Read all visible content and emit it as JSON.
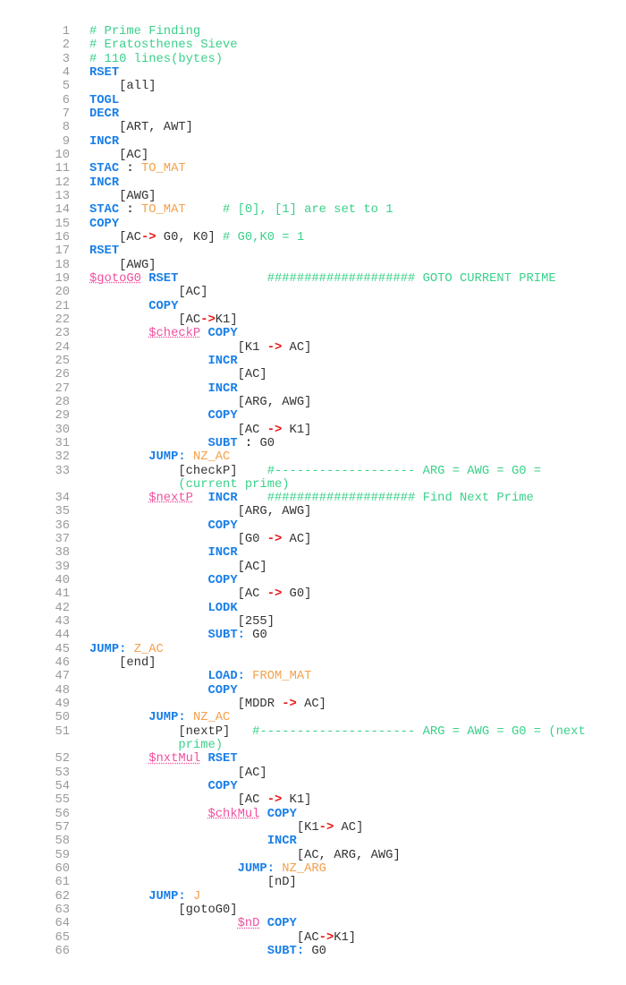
{
  "editor": {
    "colors": {
      "keyword": "#1a7fe8",
      "comment": "#3ad18a",
      "operand": "#f5a04a",
      "label": "#f0509f",
      "arrow": "#e81818"
    },
    "lines": [
      {
        "n": "1",
        "t": [
          [
            "c",
            "# Prime Finding"
          ]
        ]
      },
      {
        "n": "2",
        "t": [
          [
            "c",
            "# Eratosthenes Sieve"
          ]
        ]
      },
      {
        "n": "3",
        "t": [
          [
            "c",
            "# 110 lines(bytes)"
          ]
        ]
      },
      {
        "n": "4",
        "t": [
          [
            "k",
            "RSET"
          ]
        ]
      },
      {
        "n": "5",
        "t": [
          [
            "t",
            "    [all]"
          ]
        ]
      },
      {
        "n": "6",
        "t": [
          [
            "k",
            "TOGL"
          ]
        ]
      },
      {
        "n": "7",
        "t": [
          [
            "k",
            "DECR"
          ]
        ]
      },
      {
        "n": "8",
        "t": [
          [
            "t",
            "    [ART, AWT]"
          ]
        ]
      },
      {
        "n": "9",
        "t": [
          [
            "k",
            "INCR"
          ]
        ]
      },
      {
        "n": "10",
        "t": [
          [
            "t",
            "    [AC]"
          ]
        ]
      },
      {
        "n": "11",
        "t": [
          [
            "k",
            "STAC"
          ],
          [
            "p",
            " : "
          ],
          [
            "o",
            "TO_MAT"
          ]
        ]
      },
      {
        "n": "12",
        "t": [
          [
            "k",
            "INCR"
          ]
        ]
      },
      {
        "n": "13",
        "t": [
          [
            "t",
            "    [AWG]"
          ]
        ]
      },
      {
        "n": "14",
        "t": [
          [
            "k",
            "STAC"
          ],
          [
            "p",
            " : "
          ],
          [
            "o",
            "TO_MAT"
          ],
          [
            "c",
            "     # [0], [1] are set to 1"
          ]
        ]
      },
      {
        "n": "15",
        "t": [
          [
            "k",
            "COPY"
          ]
        ]
      },
      {
        "n": "16",
        "t": [
          [
            "t",
            "    [AC"
          ],
          [
            "a",
            "->"
          ],
          [
            "t",
            " G0, K0] "
          ],
          [
            "c",
            "# G0,K0 = 1"
          ]
        ]
      },
      {
        "n": "17",
        "t": [
          [
            "k",
            "RSET"
          ]
        ]
      },
      {
        "n": "18",
        "t": [
          [
            "t",
            "    [AWG]"
          ]
        ]
      },
      {
        "n": "19",
        "t": [
          [
            "l",
            "$gotoG0"
          ],
          [
            "t",
            " "
          ],
          [
            "k",
            "RSET"
          ],
          [
            "c",
            "            #################### GOTO CURRENT PRIME"
          ]
        ]
      },
      {
        "n": "20",
        "t": [
          [
            "t",
            "            [AC]"
          ]
        ]
      },
      {
        "n": "21",
        "t": [
          [
            "t",
            "        "
          ],
          [
            "k",
            "COPY"
          ]
        ]
      },
      {
        "n": "22",
        "t": [
          [
            "t",
            "            [AC"
          ],
          [
            "a",
            "->"
          ],
          [
            "t",
            "K1]"
          ]
        ]
      },
      {
        "n": "23",
        "t": [
          [
            "t",
            "        "
          ],
          [
            "l",
            "$checkP"
          ],
          [
            "t",
            " "
          ],
          [
            "k",
            "COPY"
          ]
        ]
      },
      {
        "n": "24",
        "t": [
          [
            "t",
            "                    [K1 "
          ],
          [
            "a",
            "->"
          ],
          [
            "t",
            " AC]"
          ]
        ]
      },
      {
        "n": "25",
        "t": [
          [
            "t",
            "                "
          ],
          [
            "k",
            "INCR"
          ]
        ]
      },
      {
        "n": "26",
        "t": [
          [
            "t",
            "                    [AC]"
          ]
        ]
      },
      {
        "n": "27",
        "t": [
          [
            "t",
            "                "
          ],
          [
            "k",
            "INCR"
          ]
        ]
      },
      {
        "n": "28",
        "t": [
          [
            "t",
            "                    [ARG, AWG]"
          ]
        ]
      },
      {
        "n": "29",
        "t": [
          [
            "t",
            "                "
          ],
          [
            "k",
            "COPY"
          ]
        ]
      },
      {
        "n": "30",
        "t": [
          [
            "t",
            "                    [AC "
          ],
          [
            "a",
            "->"
          ],
          [
            "t",
            " K1]"
          ]
        ]
      },
      {
        "n": "31",
        "t": [
          [
            "t",
            "                "
          ],
          [
            "k",
            "SUBT"
          ],
          [
            "p",
            " : "
          ],
          [
            "t",
            "G0"
          ]
        ]
      },
      {
        "n": "32",
        "t": [
          [
            "t",
            "        "
          ],
          [
            "k",
            "JUMP:"
          ],
          [
            "t",
            " "
          ],
          [
            "o",
            "NZ_AC"
          ]
        ]
      },
      {
        "n": "33",
        "t": [
          [
            "t",
            "            [checkP]    "
          ],
          [
            "c",
            "#------------------- ARG = AWG = G0 ="
          ]
        ],
        "w": [
          [
            "t",
            "            "
          ],
          [
            "c",
            "(current prime)"
          ]
        ]
      },
      {
        "n": "34",
        "t": [
          [
            "t",
            "        "
          ],
          [
            "l",
            "$nextP"
          ],
          [
            "t",
            "  "
          ],
          [
            "k",
            "INCR"
          ],
          [
            "c",
            "    #################### Find Next Prime"
          ]
        ]
      },
      {
        "n": "35",
        "t": [
          [
            "t",
            "                    [ARG, AWG]"
          ]
        ]
      },
      {
        "n": "36",
        "t": [
          [
            "t",
            "                "
          ],
          [
            "k",
            "COPY"
          ]
        ]
      },
      {
        "n": "37",
        "t": [
          [
            "t",
            "                    [G0 "
          ],
          [
            "a",
            "->"
          ],
          [
            "t",
            " AC]"
          ]
        ]
      },
      {
        "n": "38",
        "t": [
          [
            "t",
            "                "
          ],
          [
            "k",
            "INCR"
          ]
        ]
      },
      {
        "n": "39",
        "t": [
          [
            "t",
            "                    [AC]"
          ]
        ]
      },
      {
        "n": "40",
        "t": [
          [
            "t",
            "                "
          ],
          [
            "k",
            "COPY"
          ]
        ]
      },
      {
        "n": "41",
        "t": [
          [
            "t",
            "                    [AC "
          ],
          [
            "a",
            "->"
          ],
          [
            "t",
            " G0]"
          ]
        ]
      },
      {
        "n": "42",
        "t": [
          [
            "t",
            "                "
          ],
          [
            "k",
            "LODK"
          ]
        ]
      },
      {
        "n": "43",
        "t": [
          [
            "t",
            "                    [255]"
          ]
        ]
      },
      {
        "n": "44",
        "t": [
          [
            "t",
            "                "
          ],
          [
            "k",
            "SUBT:"
          ],
          [
            "t",
            " G0"
          ]
        ]
      },
      {
        "n": "45",
        "t": [
          [
            "k",
            "JUMP:"
          ],
          [
            "t",
            " "
          ],
          [
            "o",
            "Z_AC"
          ]
        ]
      },
      {
        "n": "46",
        "t": [
          [
            "t",
            "    [end]"
          ]
        ]
      },
      {
        "n": "47",
        "t": [
          [
            "t",
            "                "
          ],
          [
            "k",
            "LOAD:"
          ],
          [
            "t",
            " "
          ],
          [
            "o",
            "FROM_MAT"
          ]
        ]
      },
      {
        "n": "48",
        "t": [
          [
            "t",
            "                "
          ],
          [
            "k",
            "COPY"
          ]
        ]
      },
      {
        "n": "49",
        "t": [
          [
            "t",
            "                    [MDDR "
          ],
          [
            "a",
            "->"
          ],
          [
            "t",
            " AC]"
          ]
        ]
      },
      {
        "n": "50",
        "t": [
          [
            "t",
            "        "
          ],
          [
            "k",
            "JUMP:"
          ],
          [
            "t",
            " "
          ],
          [
            "o",
            "NZ_AC"
          ]
        ]
      },
      {
        "n": "51",
        "t": [
          [
            "t",
            "            [nextP]   "
          ],
          [
            "c",
            "#--------------------- ARG = AWG = G0 = (next"
          ]
        ],
        "w": [
          [
            "t",
            "            "
          ],
          [
            "c",
            "prime)"
          ]
        ]
      },
      {
        "n": "52",
        "t": [
          [
            "t",
            "        "
          ],
          [
            "l",
            "$nxtMul"
          ],
          [
            "t",
            " "
          ],
          [
            "k",
            "RSET"
          ]
        ]
      },
      {
        "n": "53",
        "t": [
          [
            "t",
            "                    [AC]"
          ]
        ]
      },
      {
        "n": "54",
        "t": [
          [
            "t",
            "                "
          ],
          [
            "k",
            "COPY"
          ]
        ]
      },
      {
        "n": "55",
        "t": [
          [
            "t",
            "                    [AC "
          ],
          [
            "a",
            "->"
          ],
          [
            "t",
            " K1]"
          ]
        ]
      },
      {
        "n": "56",
        "t": [
          [
            "t",
            "                "
          ],
          [
            "l",
            "$chkMul"
          ],
          [
            "t",
            " "
          ],
          [
            "k",
            "COPY"
          ]
        ]
      },
      {
        "n": "57",
        "t": [
          [
            "t",
            "                            [K1"
          ],
          [
            "a",
            "->"
          ],
          [
            "t",
            " AC]"
          ]
        ]
      },
      {
        "n": "58",
        "t": [
          [
            "t",
            "                        "
          ],
          [
            "k",
            "INCR"
          ]
        ]
      },
      {
        "n": "59",
        "t": [
          [
            "t",
            "                            [AC, ARG, AWG]"
          ]
        ]
      },
      {
        "n": "60",
        "t": [
          [
            "t",
            "                    "
          ],
          [
            "k",
            "JUMP:"
          ],
          [
            "t",
            " "
          ],
          [
            "o",
            "NZ_ARG"
          ]
        ]
      },
      {
        "n": "61",
        "t": [
          [
            "t",
            "                        [nD]"
          ]
        ]
      },
      {
        "n": "62",
        "t": [
          [
            "t",
            "        "
          ],
          [
            "k",
            "JUMP:"
          ],
          [
            "t",
            " "
          ],
          [
            "o",
            "J"
          ]
        ]
      },
      {
        "n": "63",
        "t": [
          [
            "t",
            "            [gotoG0]"
          ]
        ]
      },
      {
        "n": "64",
        "t": [
          [
            "t",
            "                    "
          ],
          [
            "l",
            "$nD"
          ],
          [
            "t",
            " "
          ],
          [
            "k",
            "COPY"
          ]
        ]
      },
      {
        "n": "65",
        "t": [
          [
            "t",
            "                            [AC"
          ],
          [
            "a",
            "->"
          ],
          [
            "t",
            "K1]"
          ]
        ]
      },
      {
        "n": "66",
        "t": [
          [
            "t",
            "                        "
          ],
          [
            "k",
            "SUBT:"
          ],
          [
            "t",
            " G0"
          ]
        ]
      }
    ]
  }
}
